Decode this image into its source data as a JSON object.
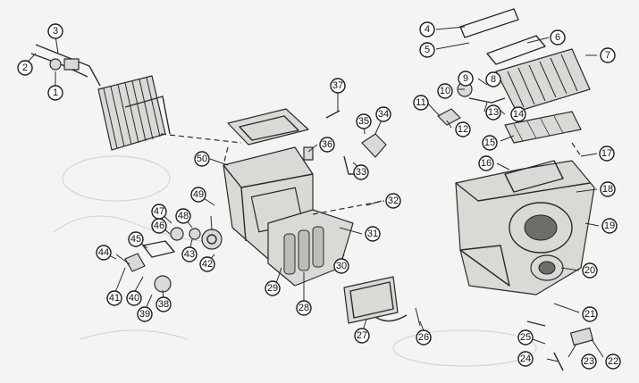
{
  "colors": {
    "background": "#f4f4f2",
    "ink": "#2b2b2b",
    "callout_fill": "#ffffff",
    "part_fill": "#d9d9d6"
  },
  "callouts": [
    "1",
    "2",
    "3",
    "4",
    "5",
    "6",
    "7",
    "8",
    "9",
    "10",
    "11",
    "12",
    "13",
    "14",
    "15",
    "16",
    "17",
    "18",
    "19",
    "20",
    "21",
    "22",
    "23",
    "24",
    "25",
    "26",
    "27",
    "28",
    "29",
    "30",
    "31",
    "32",
    "33",
    "34",
    "35",
    "36",
    "37",
    "38",
    "39",
    "40",
    "41",
    "42",
    "43",
    "44",
    "45",
    "46",
    "47",
    "48",
    "49",
    "50"
  ]
}
